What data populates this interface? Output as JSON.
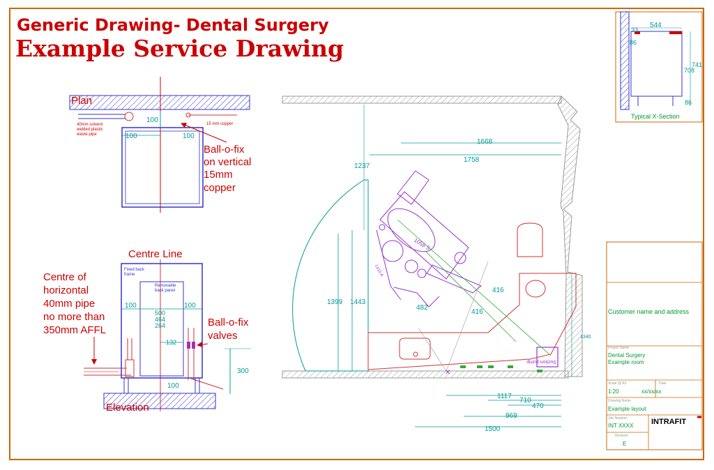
{
  "header": {
    "title_small": "Generic Drawing- Dental Surgery",
    "title_large": "Example Service Drawing"
  },
  "plan_view": {
    "title": "Plan",
    "waste_note_1": "40mm solvent",
    "waste_note_2": "welded plastic",
    "waste_note_3": "waste pipe",
    "copper_note": "15 mm copper",
    "dim_top": "100",
    "dim_left": "100",
    "dim_right": "100",
    "ballofix_1": "Ball-o-fix",
    "ballofix_2": "on vertical",
    "ballofix_3": "15mm",
    "ballofix_4": "copper"
  },
  "elevation_view": {
    "centre_line": "Centre Line",
    "title": "Elevation",
    "fixed_frame_1": "Fixed back",
    "fixed_frame_2": "frame",
    "removable_1": "Removable",
    "removable_2": "back panel",
    "dim_left": "100",
    "dim_right": "100",
    "dim_500": "500",
    "dim_464": "464",
    "dim_264": "264",
    "dim_132": "132",
    "dim_bottom": "100",
    "dim_300": "300",
    "note_1": "Centre of",
    "note_2": "horizontal",
    "note_3": "40mm pipe",
    "note_4": "no more than",
    "note_5": "350mm AFFL",
    "valves_1": "Ball-o-fix",
    "valves_2": "valves"
  },
  "room_layout": {
    "dims": {
      "d1668": "1668",
      "d1758": "1758",
      "d1237": "1237",
      "d1399": "1399",
      "d1443": "1443",
      "d416a": "416",
      "d416b": "416",
      "d482": "482",
      "d1340": "1340",
      "d1117": "1117",
      "d710": "710",
      "d470": "470",
      "d969": "969",
      "d1500": "1500",
      "chair_label": "1058 S",
      "side_label": "1410 A",
      "unit_label": "Suction pump"
    }
  },
  "cross_section": {
    "caption": "Typical X-Section",
    "d544": "544",
    "d33": "33",
    "d86a": "86",
    "d741": "741",
    "d708": "708",
    "d86b": "86"
  },
  "title_block": {
    "customer": "Customer name and address",
    "project_name_label": "Project Name",
    "project_name_1": "Dental Surgery",
    "project_name_2": "Example room",
    "scale_label": "Scale @ A3",
    "scale": "1:20",
    "date_label": "Date",
    "date": "xx/xx/xx",
    "drawing_label": "Drawing Name",
    "drawing": "Example layout",
    "job_label": "Job Number",
    "job": "INT XXXX",
    "revision_label": "Revision",
    "revision": "E",
    "logo": "INTRAFIT"
  },
  "colors": {
    "border": "#cc6600",
    "title_red": "#cc0000",
    "line_blue": "#3333cc",
    "dim_teal": "#009999",
    "furniture_red": "#cc3333",
    "chair_purple": "#9933cc",
    "text_green": "#009933"
  }
}
